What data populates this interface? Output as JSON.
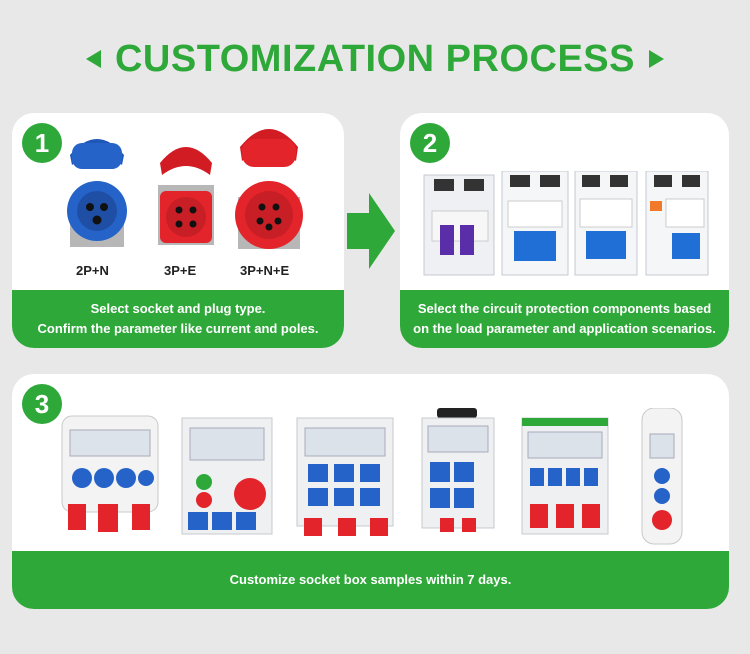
{
  "header": {
    "title": "CUSTOMIZATION PROCESS"
  },
  "step1": {
    "number": "1",
    "plug_labels": [
      "2P+N",
      "3P+E",
      "3P+N+E"
    ],
    "line1": "Select socket and plug type.",
    "line2": "Confirm the parameter like current and poles."
  },
  "step2": {
    "number": "2",
    "line1": "Select the circuit protection components based",
    "line2": "on the load parameter and application scenarios."
  },
  "step3": {
    "number": "3",
    "line1": "Customize socket box samples within 7 days."
  },
  "colors": {
    "accent": "#2fa83a",
    "blue": "#2563c9",
    "red": "#e3242b",
    "background": "#e8e8e8"
  }
}
